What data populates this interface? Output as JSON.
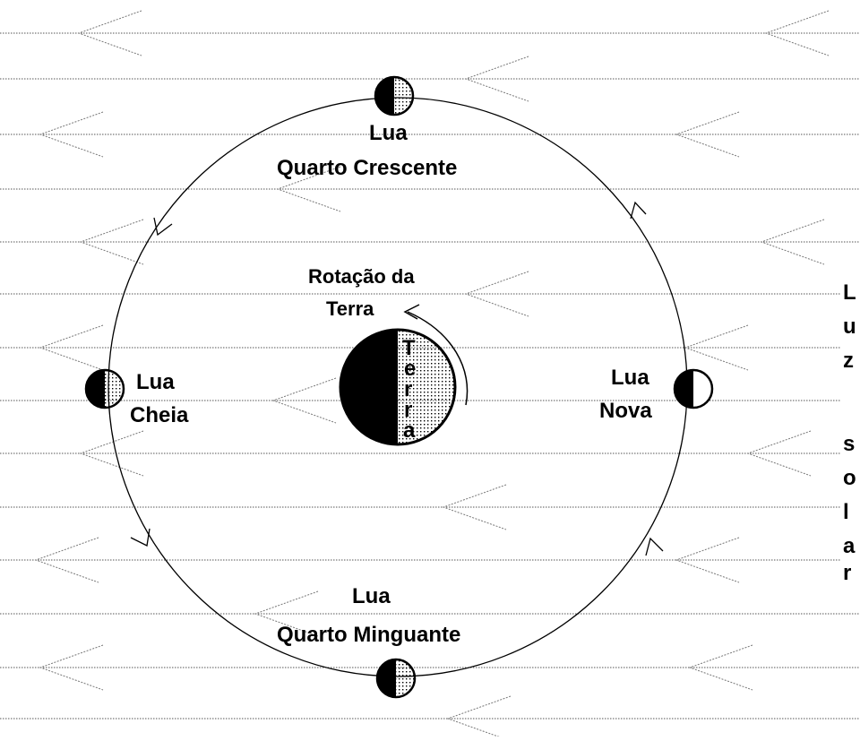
{
  "labels": {
    "top_line1": "Lua",
    "top_line2": "Quarto Crescente",
    "left_line1": "Lua",
    "left_line2": "Cheia",
    "right_line1": "Lua",
    "right_line2": "Nova",
    "bottom_line1": "Lua",
    "bottom_line2": "Quarto Minguante",
    "rotation_line1": "Rotação da",
    "rotation_line2": "Terra",
    "earth_vertical": [
      "T",
      "e",
      "r",
      "r",
      "a"
    ],
    "sunlight_vertical": [
      "L",
      "u",
      "z",
      "",
      "s",
      "o",
      "l",
      "a",
      "r"
    ]
  }
}
